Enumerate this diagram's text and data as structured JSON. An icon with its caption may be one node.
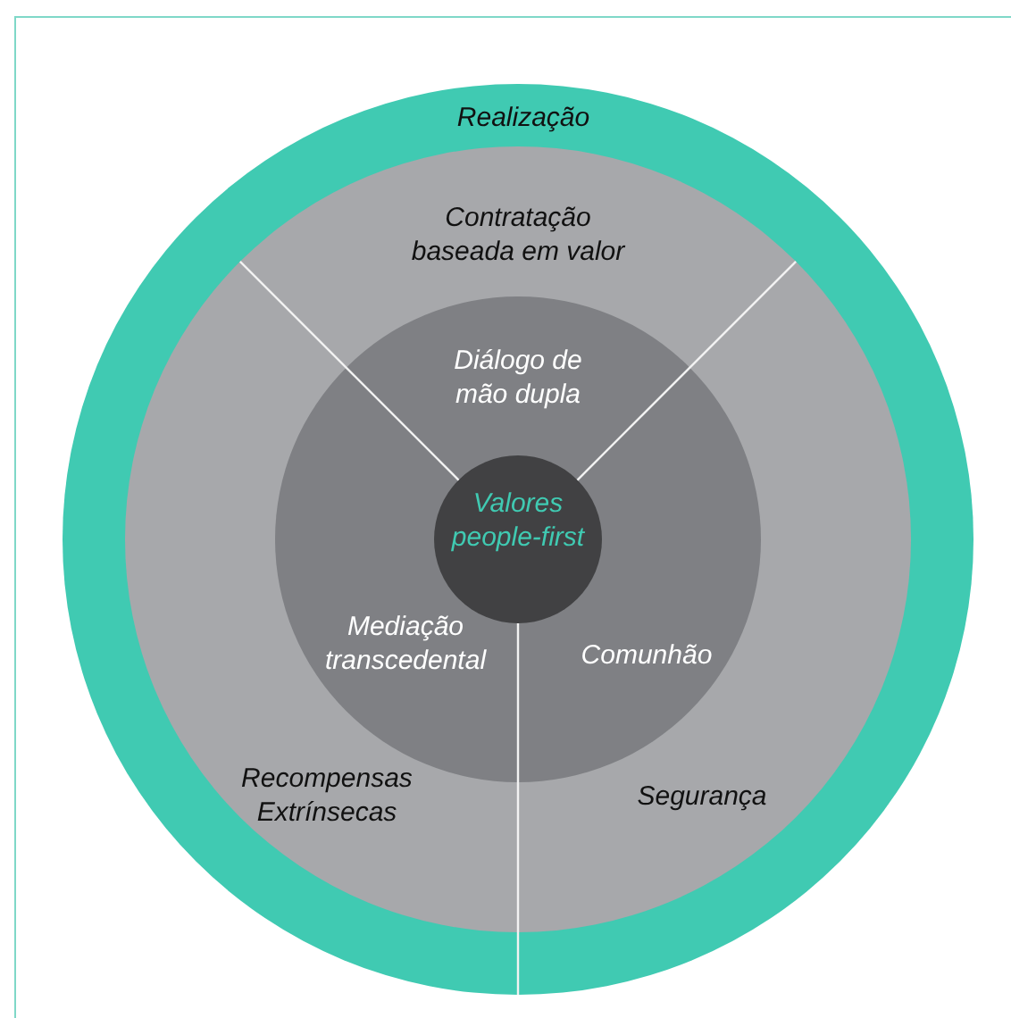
{
  "diagram": {
    "nodes": [
      {
        "text": [
          "Realização"
        ]
      },
      {
        "text": [
          "Contratação baseada em valor",
          "Recompensas Extrínsecas",
          "Segurança"
        ],
        "in": 0
      },
      {
        "text": [
          "Diálogo de mão dupla",
          "Mediação transcedental",
          "Comunhão"
        ],
        "in": 1
      },
      {
        "text": [
          "Valores people-first"
        ],
        "in": 2
      }
    ]
  }
}
